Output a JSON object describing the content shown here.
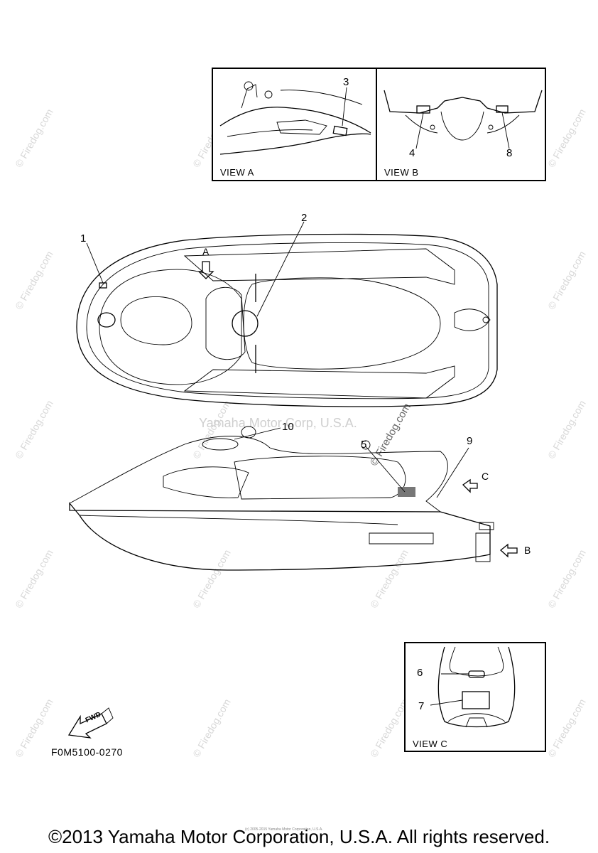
{
  "views": {
    "view_a": "VIEW A",
    "view_b": "VIEW B",
    "view_c": "VIEW C"
  },
  "callouts": [
    "1",
    "2",
    "3",
    "4",
    "5",
    "6",
    "7",
    "8",
    "9",
    "10"
  ],
  "arrow_labels": {
    "a": "A",
    "b": "B",
    "c": "C"
  },
  "fwd_label": "FWD",
  "part_code": "F0M5100-0270",
  "center_watermark": "Yamaha Motor Corp, U.S.A.",
  "watermark_text": "© Firedog.com",
  "tiny_copyright": "(c) 2005-2015 Yamaha Motor Corporation, U.S.A.",
  "copyright": "©2013 Yamaha Motor Corporation, U.S.A. All rights reserved."
}
